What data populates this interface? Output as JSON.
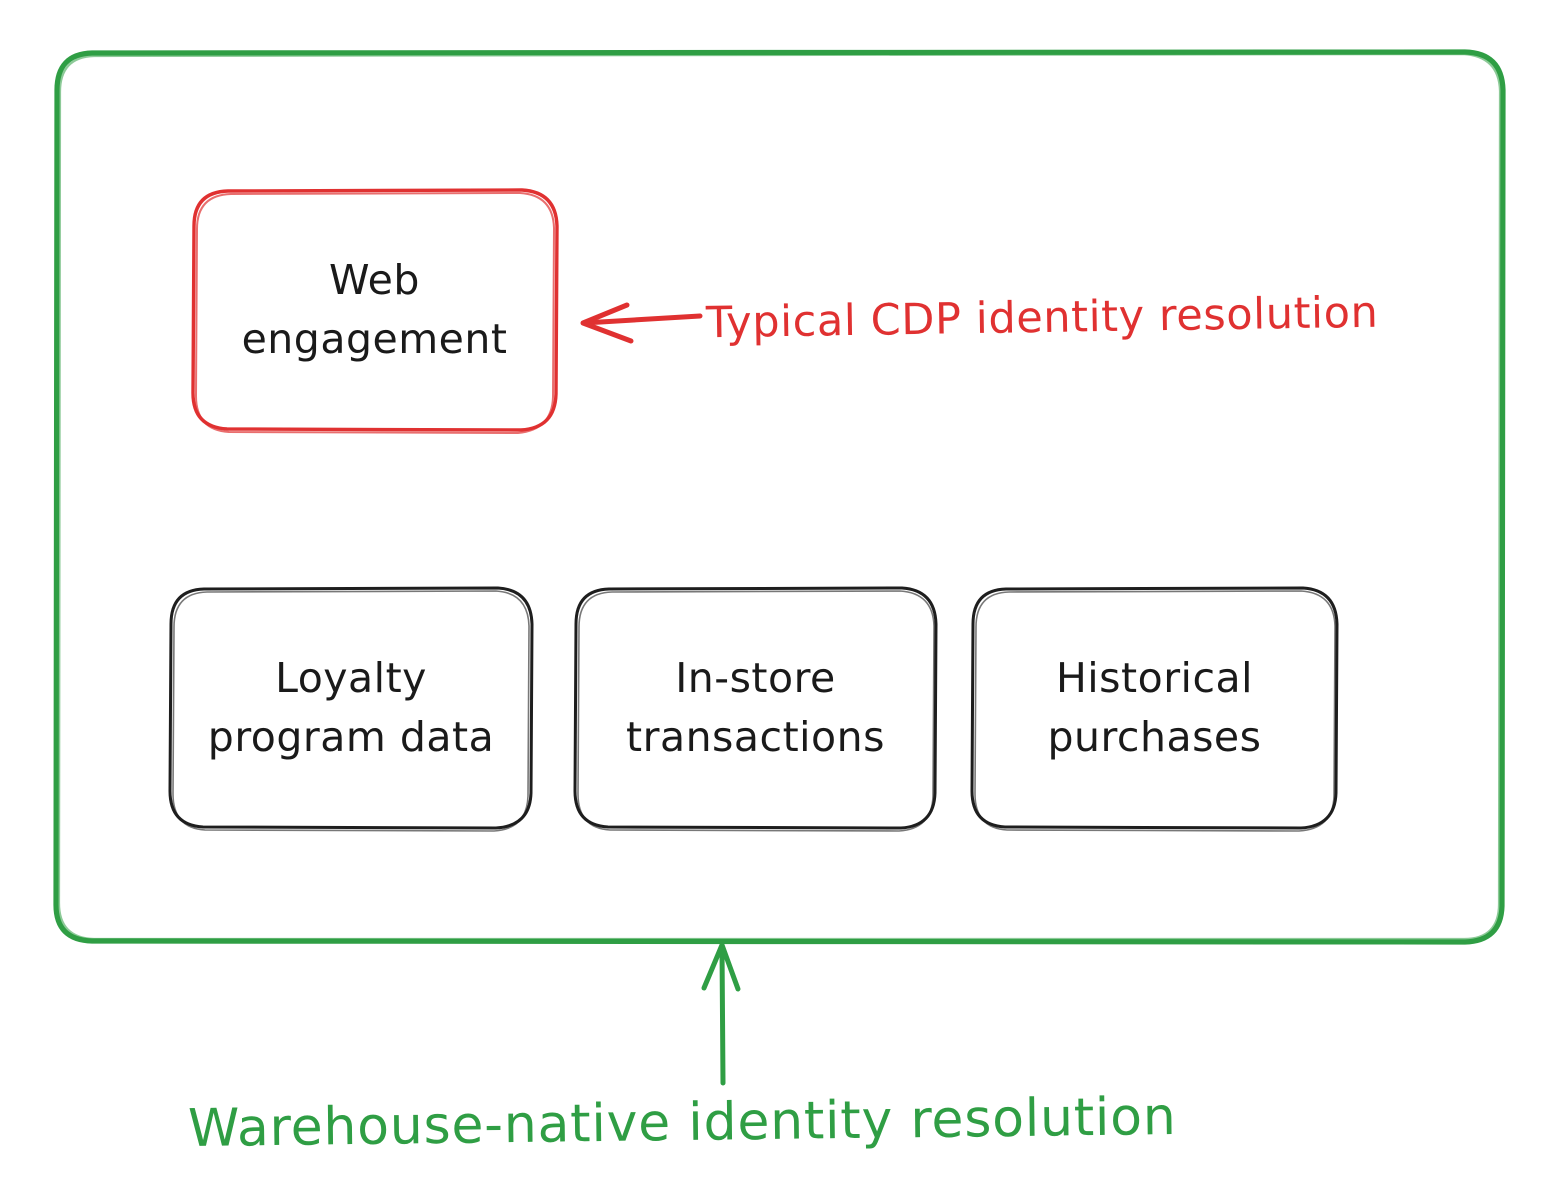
{
  "diagram": {
    "title_caption": "Warehouse-native identity resolution",
    "colors": {
      "container_green": "#2f9e44",
      "annotation_red": "#e03131",
      "box_black": "#1e1e1e",
      "background": "#ffffff"
    },
    "container": {
      "name": "warehouse-native-container",
      "stroke": "#2f9e44"
    },
    "boxes": [
      {
        "id": "web-engagement",
        "label": "Web\nengagement",
        "stroke": "#e03131",
        "highlighted": true
      },
      {
        "id": "loyalty-program-data",
        "label": "Loyalty\nprogram data",
        "stroke": "#1e1e1e",
        "highlighted": false
      },
      {
        "id": "in-store-transactions",
        "label": "In-store\ntransactions",
        "stroke": "#1e1e1e",
        "highlighted": false
      },
      {
        "id": "historical-purchases",
        "label": "Historical\npurchases",
        "stroke": "#1e1e1e",
        "highlighted": false
      }
    ],
    "annotations": [
      {
        "id": "typical-cdp",
        "text": "Typical CDP identity resolution",
        "color": "#e03131",
        "arrow": "left-pointing-arrow"
      },
      {
        "id": "warehouse-native",
        "text": "Warehouse-native identity resolution",
        "color": "#2f9e44",
        "arrow": "up-pointing-arrow"
      }
    ]
  }
}
